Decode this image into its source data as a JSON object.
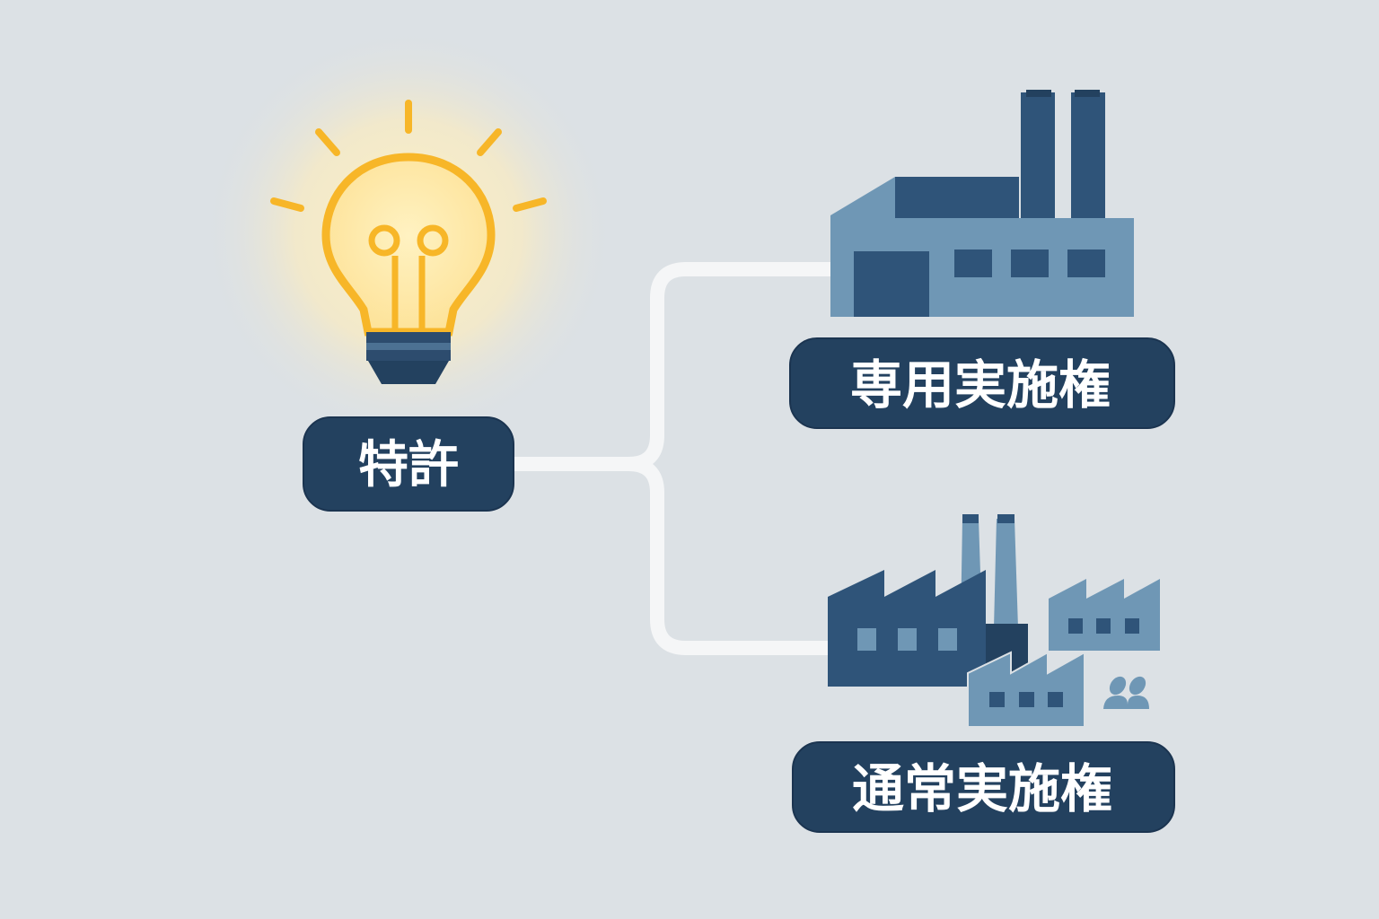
{
  "nodes": {
    "patent": {
      "label": "特許",
      "icon": "lightbulb-icon"
    },
    "exclusive_license": {
      "label": "専用実施権",
      "icon": "single-factory-icon"
    },
    "non_exclusive_license": {
      "label": "通常実施権",
      "icon": "multiple-factories-icon"
    }
  },
  "colors": {
    "background": "#dce1e5",
    "label_bg": "#23415f",
    "factory_dark": "#2f5479",
    "factory_light": "#6f97b5",
    "bulb": "#f7b628",
    "connector": "#f5f6f7"
  }
}
